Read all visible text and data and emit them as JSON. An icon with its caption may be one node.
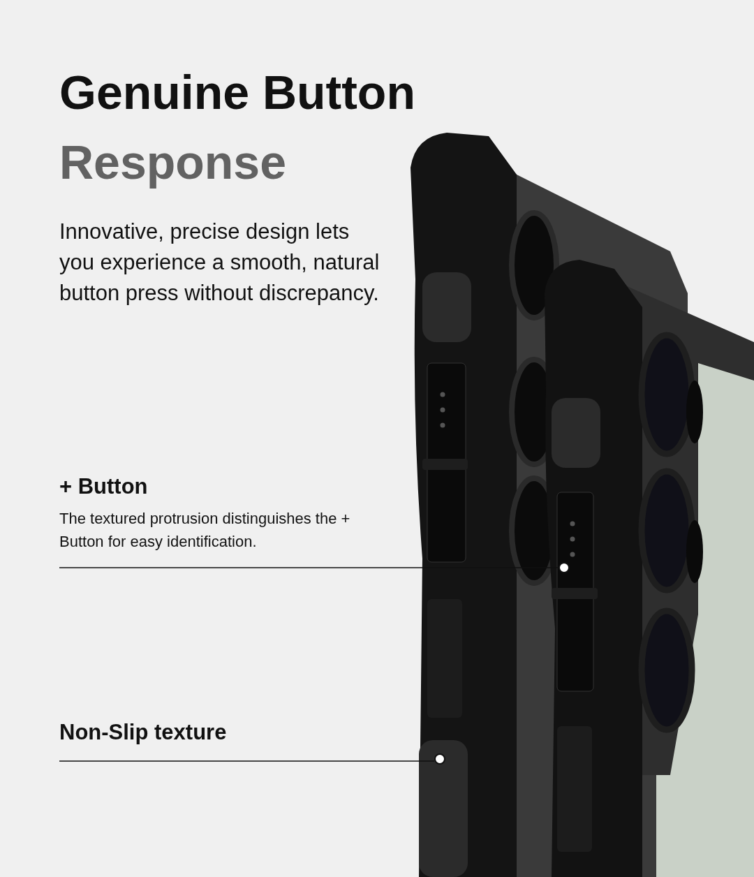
{
  "diagram": {
    "title": "Genuine Button",
    "nodes": [
      {
        "text": [
          "+ Button",
          "The textured protrusion distinguishes the + Button for easy identification."
        ]
      },
      {
        "text": [],
        "shape": "circle"
      },
      {
        "text": [
          "Non-Slip texture"
        ]
      },
      {
        "text": [],
        "shape": "circle"
      }
    ],
    "edges": [
      {
        "from": 0,
        "to": 1,
        "arrow": "none"
      },
      {
        "from": 2,
        "to": 3,
        "arrow": "none"
      }
    ],
    "labels": [
      "Response",
      "Innovative, precise design lets you experience a smooth, natural button press without discrepancy."
    ]
  }
}
